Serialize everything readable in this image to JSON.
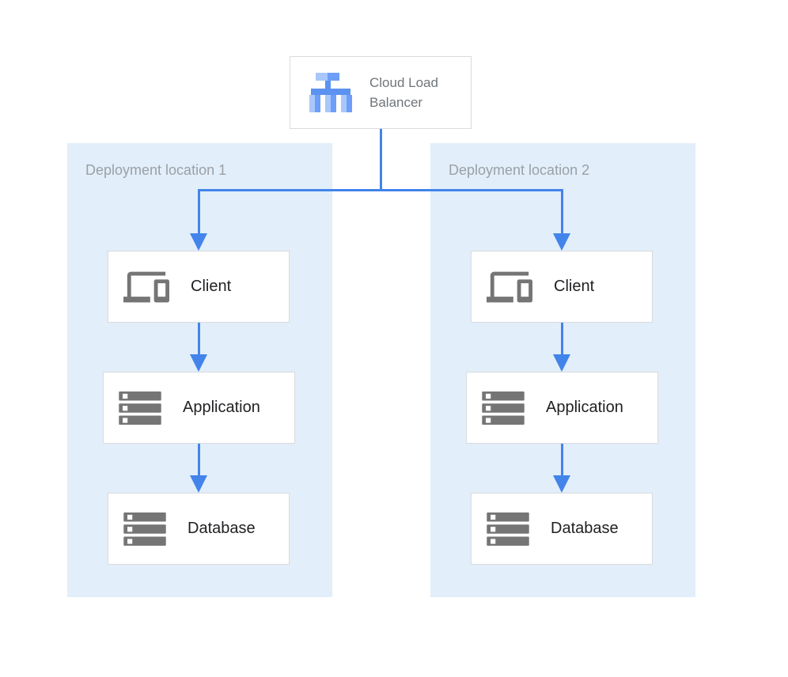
{
  "load_balancer": {
    "label": "Cloud Load Balancer",
    "icon": "cloud-load-balancer-icon"
  },
  "locations": [
    {
      "label": "Deployment location 1",
      "nodes": [
        {
          "label": "Client",
          "icon": "devices-icon"
        },
        {
          "label": "Application",
          "icon": "server-stack-icon"
        },
        {
          "label": "Database",
          "icon": "server-stack-icon"
        }
      ]
    },
    {
      "label": "Deployment location 2",
      "nodes": [
        {
          "label": "Client",
          "icon": "devices-icon"
        },
        {
          "label": "Application",
          "icon": "server-stack-icon"
        },
        {
          "label": "Database",
          "icon": "server-stack-icon"
        }
      ]
    }
  ],
  "colors": {
    "arrow_blue": "#4284EA",
    "panel_background": "#E2EEF9",
    "node_border": "#D9DBDE",
    "node_text": "#202124",
    "panel_label_text": "#9AA0A6",
    "lb_label_text": "#70757A",
    "icon_gray": "#757575",
    "icon_light_blue": "#A9C7FA",
    "icon_medium_blue": "#6D9EF8",
    "icon_stem_blue": "#5C92F0"
  }
}
